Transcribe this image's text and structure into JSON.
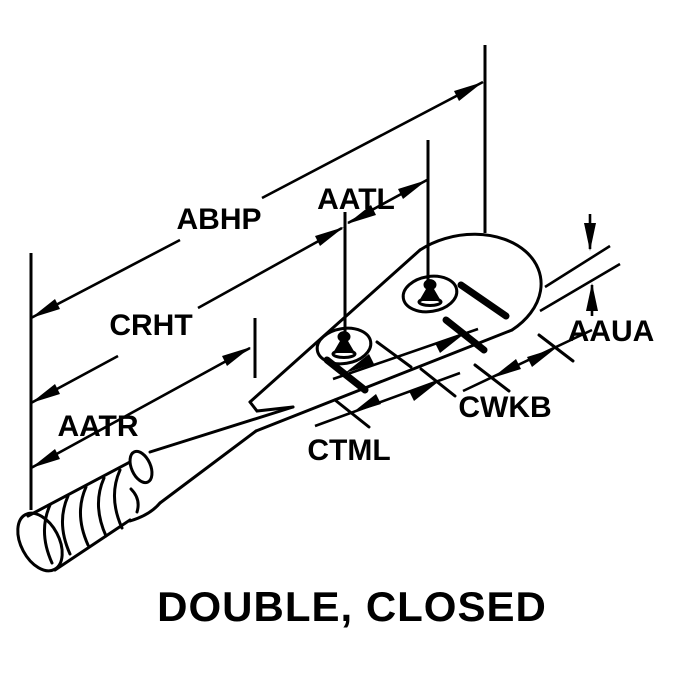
{
  "figure": {
    "title": "DOUBLE, CLOSED",
    "labels": {
      "abhp": "ABHP",
      "aatl": "AATL",
      "crht": "CRHT",
      "aatr": "AATR",
      "aaua": "AAUA",
      "cwkb": "CWKB",
      "ctml": "CTML"
    },
    "colors": {
      "ink": "#000000",
      "background": "#ffffff"
    }
  }
}
